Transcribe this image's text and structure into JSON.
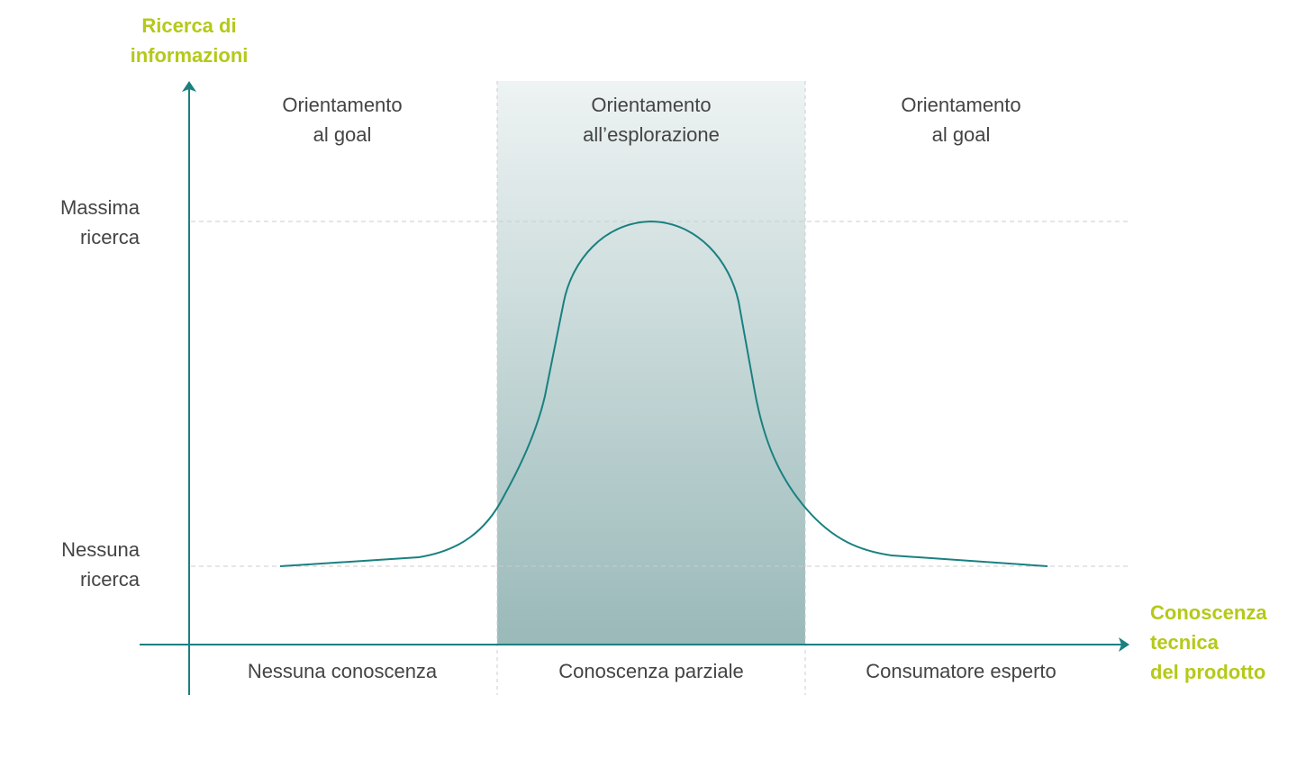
{
  "y_axis_title": [
    "Ricerca di",
    "informazioni"
  ],
  "x_axis_title": [
    "Conoscenza",
    "tecnica",
    "del prodotto"
  ],
  "y_levels": {
    "max": [
      "Massima",
      "ricerca"
    ],
    "none": [
      "Nessuna",
      "ricerca"
    ]
  },
  "zones": [
    {
      "top": [
        "Orientamento",
        "al goal"
      ],
      "bottom": "Nessuna conoscenza"
    },
    {
      "top": [
        "Orientamento",
        "all’esplorazione"
      ],
      "bottom": "Conoscenza parziale"
    },
    {
      "top": [
        "Orientamento",
        "al goal"
      ],
      "bottom": "Consumatore esperto"
    }
  ],
  "colors": {
    "axis": "#1a8080",
    "accent": "#b5c918",
    "band_top": "#eef3f3",
    "band_bottom": "#9ab9b9"
  }
}
